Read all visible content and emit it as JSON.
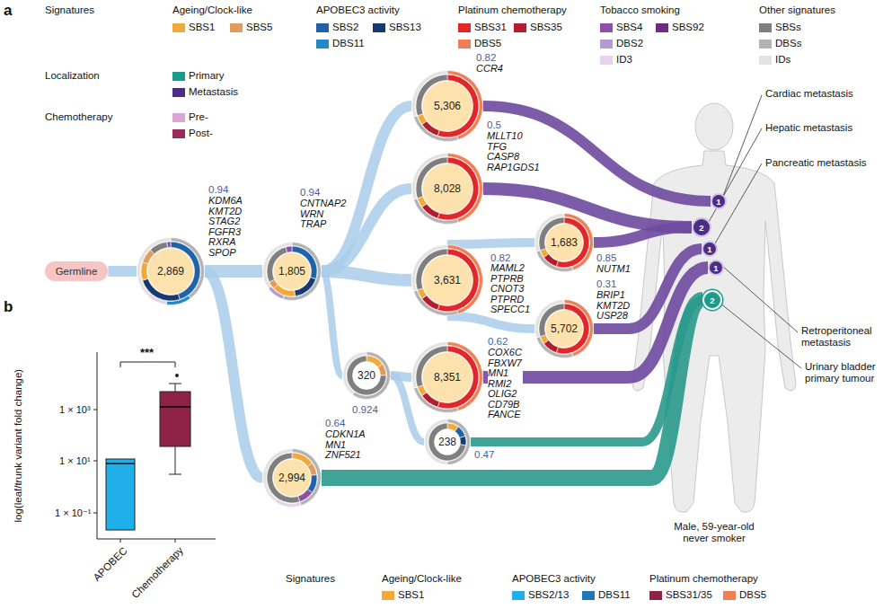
{
  "diagram": {
    "nodes": [
      {
        "text": [
          "Germline"
        ]
      },
      {
        "text": [
          "2,869"
        ]
      },
      {
        "text": [
          "1,805"
        ]
      },
      {
        "text": [
          "5,306"
        ]
      },
      {
        "text": [
          "8,028"
        ]
      },
      {
        "text": [
          "3,631"
        ]
      },
      {
        "text": [
          "1,683"
        ]
      },
      {
        "text": [
          "5,702"
        ]
      },
      {
        "text": [
          "320"
        ]
      },
      {
        "text": [
          "8,351"
        ]
      },
      {
        "text": [
          "238"
        ]
      },
      {
        "text": [
          "2,994"
        ]
      },
      {
        "text": [
          "1"
        ]
      },
      {
        "text": [
          "2"
        ]
      },
      {
        "text": [
          "1"
        ]
      },
      {
        "text": [
          "1"
        ]
      },
      {
        "text": [
          "2"
        ]
      }
    ],
    "edges": [
      {
        "from": 0,
        "to": 1,
        "arrow": "none"
      },
      {
        "from": 1,
        "to": 2,
        "arrow": "none"
      },
      {
        "from": 1,
        "to": 11,
        "arrow": "none"
      },
      {
        "from": 2,
        "to": 3,
        "arrow": "none"
      },
      {
        "from": 2,
        "to": 4,
        "arrow": "none"
      },
      {
        "from": 2,
        "to": 5,
        "arrow": "none"
      },
      {
        "from": 2,
        "to": 8,
        "arrow": "none"
      },
      {
        "from": 5,
        "to": 6,
        "arrow": "none"
      },
      {
        "from": 5,
        "to": 7,
        "arrow": "none"
      },
      {
        "from": 8,
        "to": 9,
        "arrow": "none"
      },
      {
        "from": 8,
        "to": 10,
        "arrow": "none"
      },
      {
        "from": 3,
        "to": 12,
        "arrow": "none"
      },
      {
        "from": 4,
        "to": 13,
        "arrow": "none"
      },
      {
        "from": 6,
        "to": 13,
        "arrow": "none"
      },
      {
        "from": 7,
        "to": 14,
        "arrow": "none"
      },
      {
        "from": 9,
        "to": 15,
        "arrow": "none"
      },
      {
        "from": 10,
        "to": 16,
        "arrow": "none"
      },
      {
        "from": 11,
        "to": 16,
        "arrow": "none"
      }
    ],
    "labels": [
      "a",
      "Signatures",
      "Ageing/Clock-like",
      "APOBEC3 activity",
      "Platinum chemotherapy",
      "Tobacco smoking",
      "Other signatures",
      "Localization",
      "Chemotherapy",
      "0.94",
      "KDM6A KMT2D STAG2 FGFR3 RXRA SPOP",
      "0.94",
      "CNTNAP2 WRN TRAP",
      "0.82",
      "CCR4",
      "0.5",
      "MLLT10 TFG CASP8 RAP1GDS1",
      "0.82",
      "MAML2 PTPRB CNOT3 PTPRD SPECC1",
      "0.85",
      "NUTM1",
      "0.31",
      "BRIP1 KMT2D USP28",
      "0.62",
      "COX6C FBXW7 MN1 RMI2 OLIG2 CD79B FANCE",
      "0.924",
      "0.47",
      "0.64",
      "CDKN1A MN1 ZNF521",
      "Cardiac metastasis",
      "Hepatic metastasis",
      "Pancreatic metastasis",
      "Retroperitoneal metastasis",
      "Urinary bladder primary tumour",
      "Male, 59-year-old never smoker",
      "b",
      "log(leaf/trunk variant fold change)",
      "1 × 10³",
      "1 × 10¹",
      "1 × 10⁻¹",
      "***",
      "APOBEC",
      "Chemotherapy",
      "Signatures",
      "Ageing/Clock-like",
      "APOBEC3 activity",
      "Platinum chemotherapy"
    ],
    "legend": [
      {
        "text": "SBS1",
        "color": "#f2a93b"
      },
      {
        "text": "SBS5",
        "color": "#e39b5d"
      },
      {
        "text": "SBS2",
        "color": "#2163a9"
      },
      {
        "text": "SBS13",
        "color": "#173a6e"
      },
      {
        "text": "DBS11",
        "color": "#2389c4"
      },
      {
        "text": "SBS31",
        "color": "#e3262a"
      },
      {
        "text": "SBS35",
        "color": "#b31d2e"
      },
      {
        "text": "DBS5",
        "color": "#f07f56"
      },
      {
        "text": "SBS4",
        "color": "#8e4fa6"
      },
      {
        "text": "SBS92",
        "color": "#6c2d83"
      },
      {
        "text": "DBS2",
        "color": "#b69ad3"
      },
      {
        "text": "ID3",
        "color": "#e6d2ea"
      },
      {
        "text": "SBSs",
        "color": "#7f7f7f"
      },
      {
        "text": "DBSs",
        "color": "#b3b3b3"
      },
      {
        "text": "IDs",
        "color": "#e3e3e3"
      },
      {
        "text": "Primary",
        "color": "#1a9b8c"
      },
      {
        "text": "Metastasis",
        "color": "#4b2e83"
      },
      {
        "text": "Pre-",
        "color": "#d9a6d6"
      },
      {
        "text": "Post-",
        "color": "#9b2a5c"
      },
      {
        "text": "SBS1",
        "color": "#f2a93b"
      },
      {
        "text": "SBS2/13",
        "color": "#1fb0ea"
      },
      {
        "text": "DBS11",
        "color": "#1f78b4"
      },
      {
        "text": "SBS31/35",
        "color": "#8e2347"
      },
      {
        "text": "DBS5",
        "color": "#f07f56"
      }
    ]
  }
}
